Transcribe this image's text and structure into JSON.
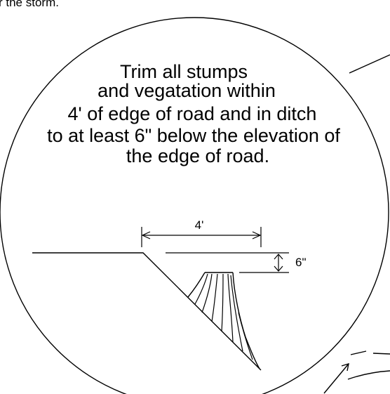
{
  "header_fragment": "r the storm.",
  "note": {
    "lines": [
      "Trim all stumps",
      "and vegatation within",
      "4' of edge of road and in ditch",
      "to at least 6\" below the elevation of",
      "the edge of road."
    ]
  },
  "dimensions": {
    "horizontal_label": "4'",
    "vertical_label": "6\""
  }
}
